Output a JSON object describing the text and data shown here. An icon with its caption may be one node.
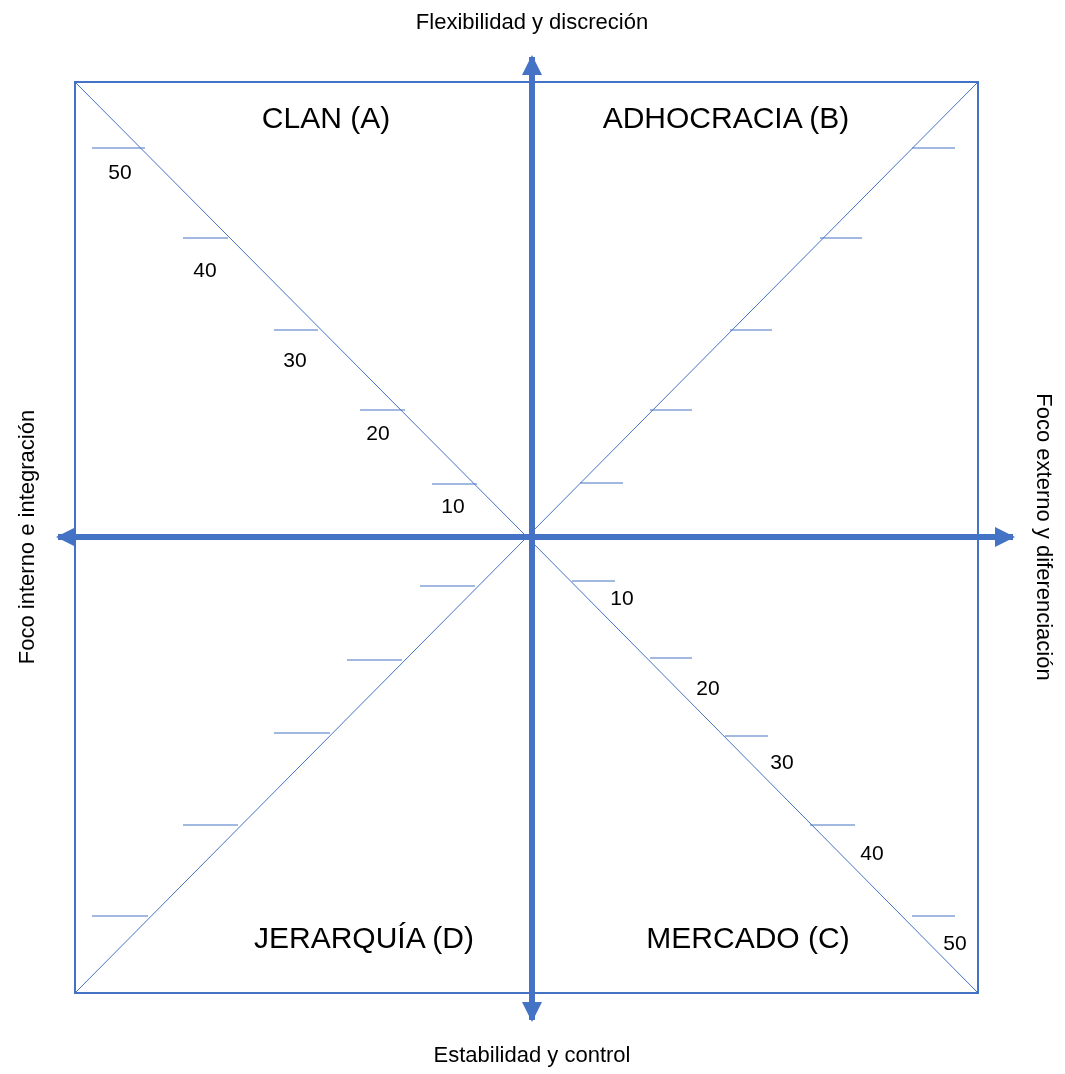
{
  "diagram": {
    "nodes": [
      {
        "text": [
          "Flexibilidad y discreción"
        ]
      },
      {
        "text": [
          "Estabilidad y control"
        ]
      },
      {
        "text": [
          "Foco interno e integración"
        ]
      },
      {
        "text": [
          "Foco externo y diferenciación"
        ]
      }
    ],
    "edges": [
      {
        "from": 1,
        "to": 0,
        "arrow": "both"
      },
      {
        "from": 2,
        "to": 3,
        "arrow": "both"
      }
    ],
    "labels": [
      "CLAN (A)",
      "ADHOCRACIA (B)",
      "50",
      "40",
      "30",
      "20",
      "10",
      "10",
      "20",
      "30",
      "40",
      "JERARQUÍA (D)",
      "MERCADO (C)",
      "50"
    ]
  }
}
